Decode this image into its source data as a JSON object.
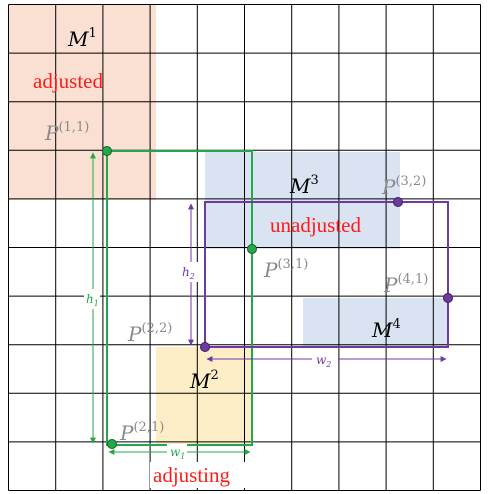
{
  "grid": {
    "cols": 10,
    "rows": 10,
    "line_color": "#000000"
  },
  "regions": [
    {
      "id": "m1",
      "label": "M",
      "sup": "1",
      "fill": "#f9e0d3"
    },
    {
      "id": "m2",
      "label": "M",
      "sup": "2",
      "fill": "#fdeec7"
    },
    {
      "id": "m3",
      "label": "M",
      "sup": "3",
      "fill": "#dae3f1"
    },
    {
      "id": "m4",
      "label": "M",
      "sup": "4",
      "fill": "#dae3f1"
    }
  ],
  "boxes": {
    "green": {
      "color": "#22a84a",
      "width_label": "w",
      "width_sub": "1",
      "height_label": "h",
      "height_sub": "1"
    },
    "purple": {
      "color": "#6f3aa0",
      "width_label": "w",
      "width_sub": "2",
      "height_label": "h",
      "height_sub": "2"
    }
  },
  "points": [
    {
      "id": "p11",
      "label": "P",
      "sup": "(1,1)",
      "color": "#22a84a"
    },
    {
      "id": "p21",
      "label": "P",
      "sup": "(2,1)",
      "color": "#22a84a"
    },
    {
      "id": "p31",
      "label": "P",
      "sup": "(3,1)",
      "color": "#22a84a"
    },
    {
      "id": "p22",
      "label": "P",
      "sup": "(2,2)",
      "color": "#6f3aa0"
    },
    {
      "id": "p32",
      "label": "P",
      "sup": "(3,2)",
      "color": "#6f3aa0"
    },
    {
      "id": "p41",
      "label": "P",
      "sup": "(4,1)",
      "color": "#6f3aa0"
    }
  ],
  "status_labels": {
    "adjusted": "adjusted",
    "unadjusted": "unadjusted",
    "adjusting": "adjusting"
  }
}
